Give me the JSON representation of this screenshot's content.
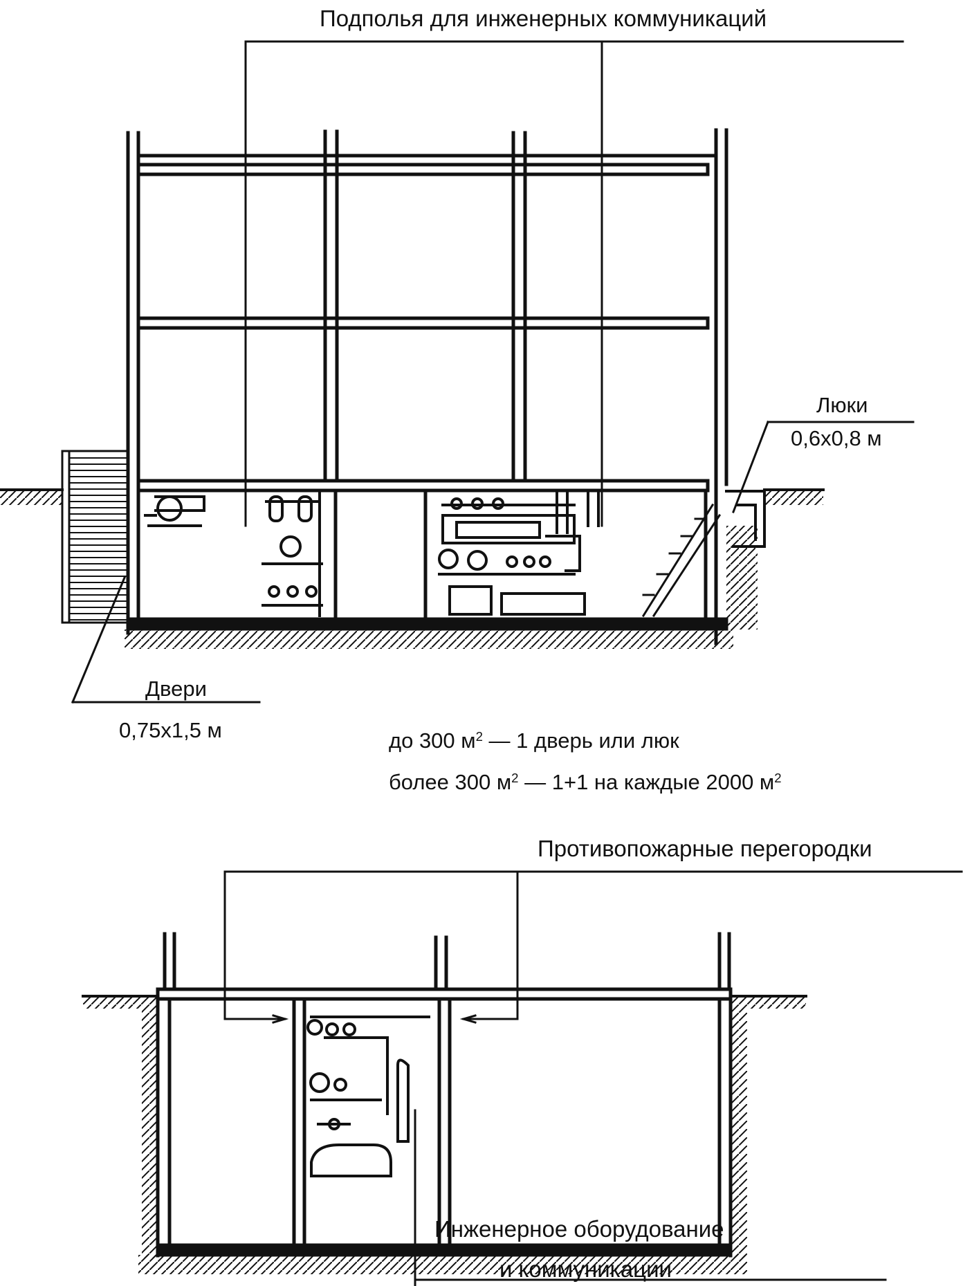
{
  "colors": {
    "ink": "#111111",
    "paper": "#ffffff"
  },
  "top_section": {
    "callout_underfloor": "Подполья для инженерных коммуникаций",
    "callout_hatches_title": "Люки",
    "callout_hatches_size": "0,6х0,8 м",
    "callout_doors_title": "Двери",
    "callout_doors_size": "0,75х1,5 м",
    "rule_line_1": {
      "prefix": "до 300 м",
      "sup": "2",
      "suffix": " — 1 дверь или люк"
    },
    "rule_line_2": {
      "prefix": "более 300 м",
      "sup": "2",
      "middle": " — 1+1 на каждые 2000 м",
      "sup2": "2"
    }
  },
  "bottom_section": {
    "callout_firewalls": "Противопожарные перегородки",
    "callout_equipment_line1": "Инженерное оборудование",
    "callout_equipment_line2": "и коммуникации"
  },
  "icons": [
    "hatching-ground",
    "stair-hatching",
    "pipe-equipment"
  ]
}
